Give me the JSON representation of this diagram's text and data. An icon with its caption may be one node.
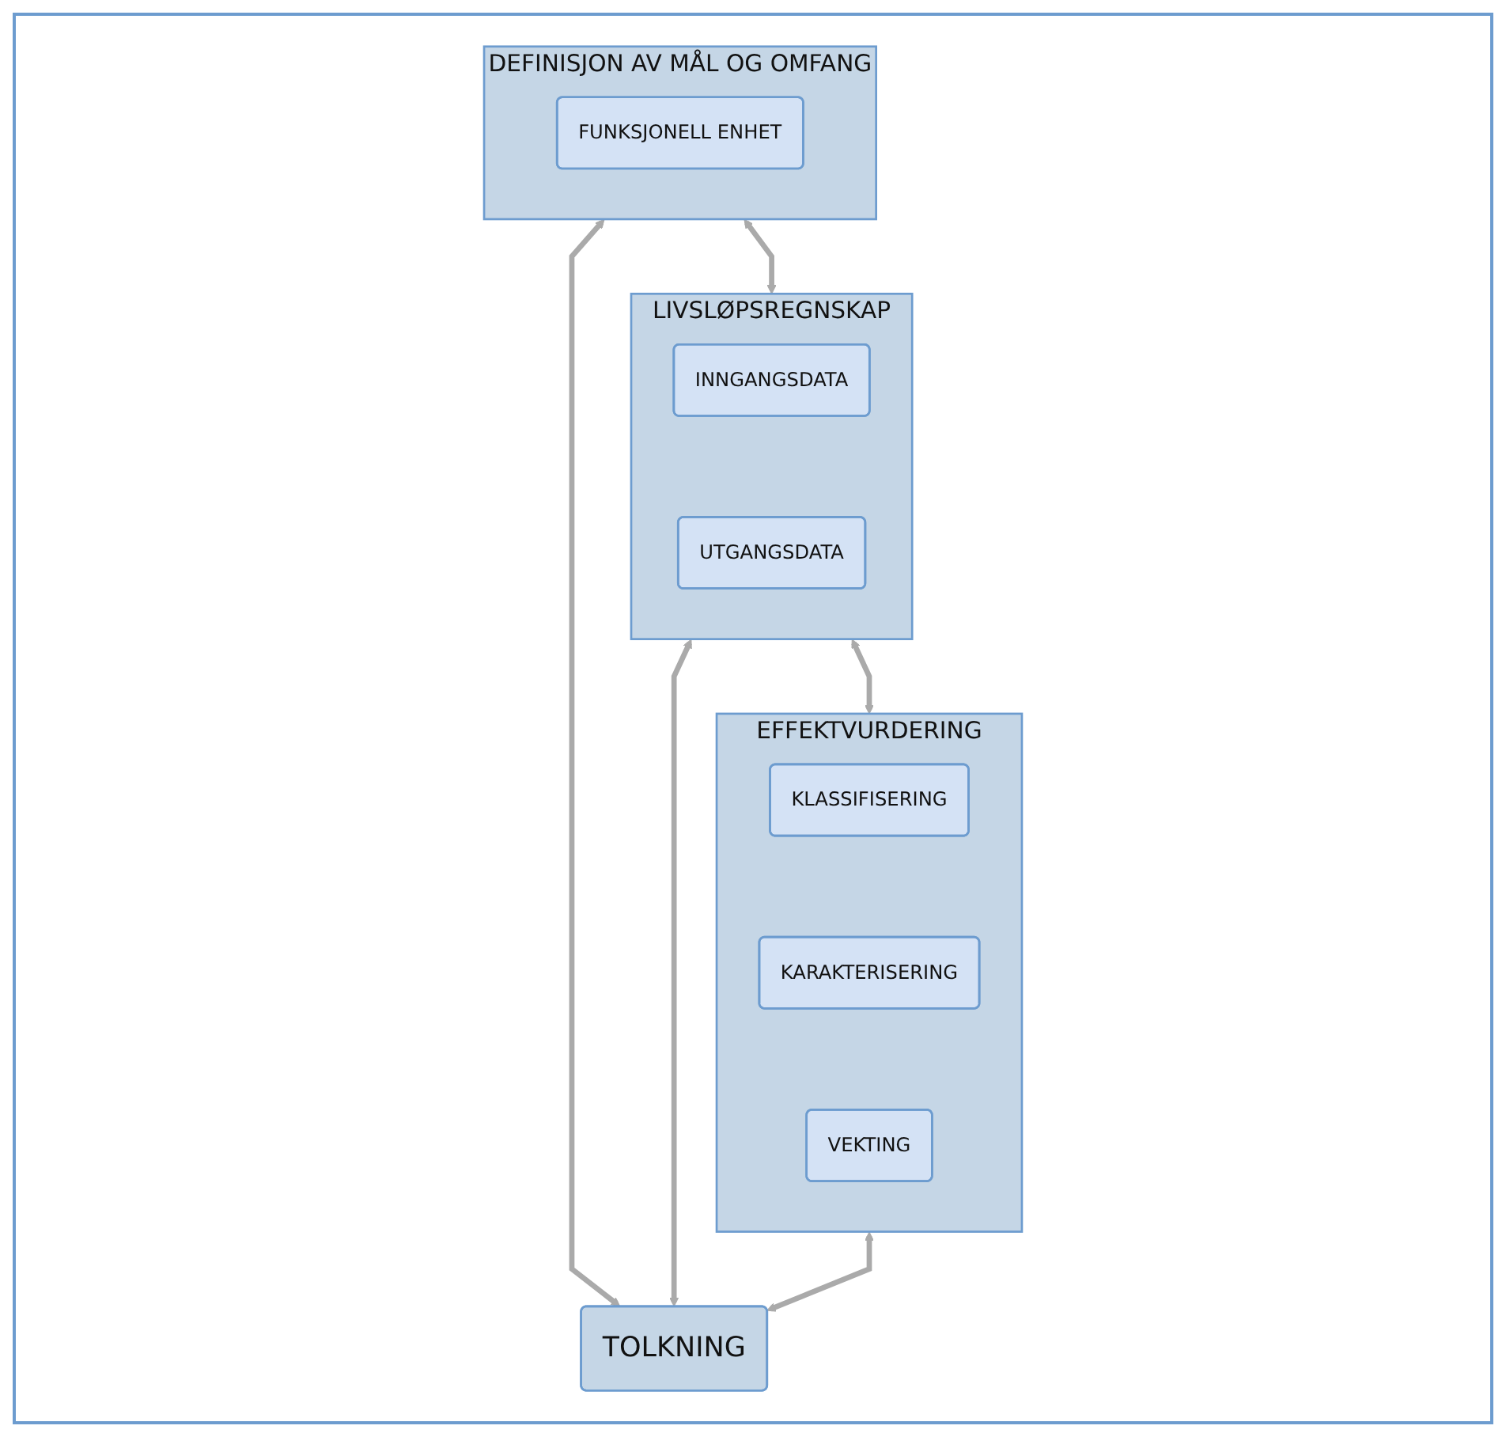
{
  "diagram": {
    "nodes": [
      {
        "text": [
          "DEFINISJON AV MÅL OG OMFANG"
        ]
      },
      {
        "text": [
          "FUNKSJONELL ENHET"
        ],
        "in": 0
      },
      {
        "text": [
          "LIVSLØPSREGNSKAP"
        ]
      },
      {
        "text": [
          "INNGANGSDATA"
        ],
        "in": 2
      },
      {
        "text": [
          "UTGANGSDATA"
        ],
        "in": 2
      },
      {
        "text": [
          "EFFEKTVURDERING"
        ]
      },
      {
        "text": [
          "KLASSIFISERING"
        ],
        "in": 5
      },
      {
        "text": [
          "KARAKTERISERING"
        ],
        "in": 5
      },
      {
        "text": [
          "VEKTING"
        ],
        "in": 5
      },
      {
        "text": [
          "TOLKNING"
        ]
      }
    ],
    "edges": [
      {
        "from": 0,
        "to": 9,
        "arrow": "both"
      },
      {
        "from": 0,
        "to": 2,
        "arrow": "both"
      },
      {
        "from": 2,
        "to": 9,
        "arrow": "both"
      },
      {
        "from": 2,
        "to": 5,
        "arrow": "both"
      },
      {
        "from": 5,
        "to": 9,
        "arrow": "both"
      }
    ]
  }
}
